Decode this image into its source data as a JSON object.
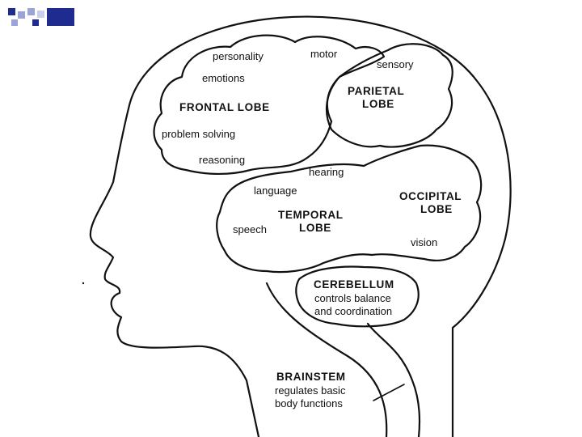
{
  "colors": {
    "accent_dark": "#1f2b8f",
    "accent_light": "#9aa4d6",
    "ink": "#111111",
    "background": "#ffffff"
  },
  "regions": {
    "frontal": "FRONTAL LOBE",
    "parietal_line1": "PARIETAL",
    "parietal_line2": "LOBE",
    "temporal_line1": "TEMPORAL",
    "temporal_line2": "LOBE",
    "occipital_line1": "OCCIPITAL",
    "occipital_line2": "LOBE",
    "cerebellum": "CEREBELLUM",
    "brainstem": "BRAINSTEM"
  },
  "functions": {
    "personality": "personality",
    "motor": "motor",
    "sensory": "sensory",
    "emotions": "emotions",
    "problem_solving": "problem solving",
    "reasoning": "reasoning",
    "hearing": "hearing",
    "language": "language",
    "speech": "speech",
    "vision": "vision"
  },
  "descriptions": {
    "cerebellum_line1": "controls balance",
    "cerebellum_line2": "and coordination",
    "brainstem_line1": "regulates basic",
    "brainstem_line2": "body functions"
  }
}
